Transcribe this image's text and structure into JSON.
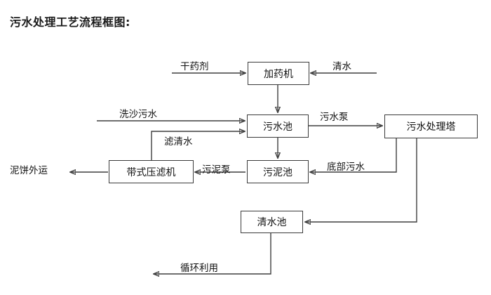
{
  "diagram": {
    "title": "污水处理工艺流程框图:",
    "nodes": [
      {
        "id": "dosing_machine",
        "label": "加药机"
      },
      {
        "id": "wastewater_pool",
        "label": "污水池"
      },
      {
        "id": "treatment_tower",
        "label": "污水处理塔"
      },
      {
        "id": "sludge_pool",
        "label": "污泥池"
      },
      {
        "id": "belt_filter_press",
        "label": "带式压滤机"
      },
      {
        "id": "clear_water_pool",
        "label": "清水池"
      }
    ],
    "terminals": [
      {
        "id": "dry_chemical",
        "label": "干药剂"
      },
      {
        "id": "clean_water",
        "label": "清水"
      },
      {
        "id": "sand_wash_water",
        "label": "洗沙污水"
      },
      {
        "id": "mud_cake_out",
        "label": "泥饼外运"
      }
    ],
    "edge_labels": [
      {
        "id": "filtered_water",
        "label": "滤清水"
      },
      {
        "id": "wastewater_pump",
        "label": "污水泵"
      },
      {
        "id": "sludge_pump",
        "label": "污泥泵"
      },
      {
        "id": "bottom_sewage",
        "label": "底部污水"
      },
      {
        "id": "recycle_reuse",
        "label": "循环利用"
      }
    ],
    "colors": {
      "background": "#ffffff",
      "stroke": "#3f3f3f",
      "text": "#111111",
      "title": "#1a1a1a"
    }
  }
}
